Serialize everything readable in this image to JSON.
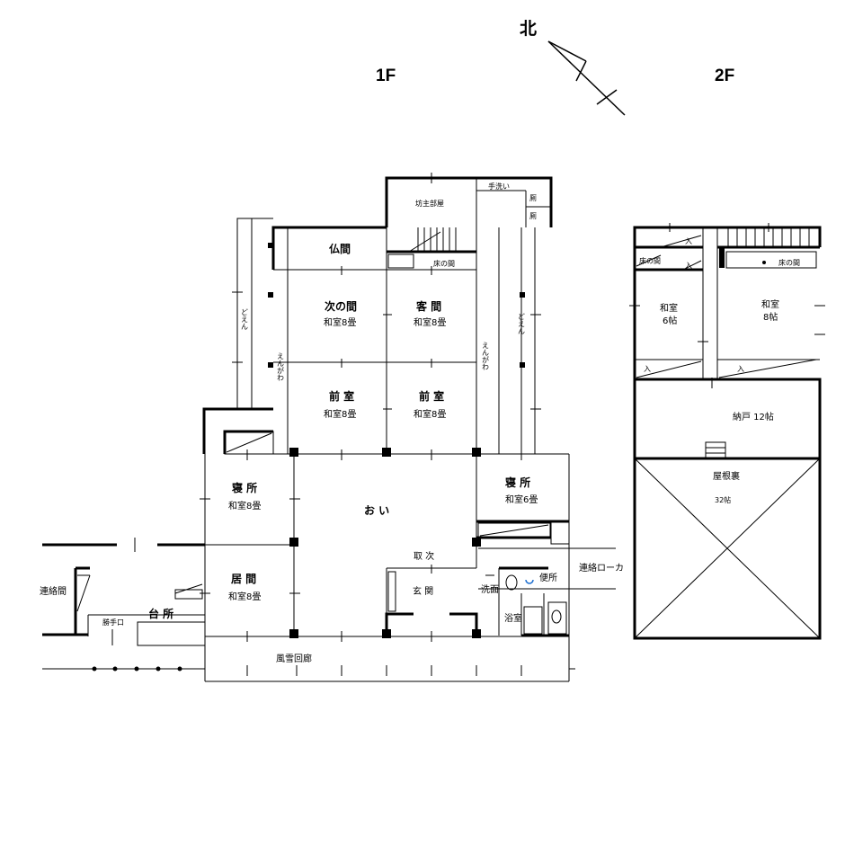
{
  "header": {
    "north": "北",
    "floor1": "1F",
    "floor2": "2F"
  },
  "floor1": {
    "bozu": "坊主部屋",
    "tearai": "手洗い",
    "kawaya1": "厠",
    "kawaya2": "厠",
    "butsuma": "仏間",
    "tokonoma": "床の間",
    "tsuginoma": "次の間",
    "tsuginoma_size": "和室8畳",
    "kyakuma": "客 間",
    "kyakuma_size": "和室8畳",
    "maeshitsu1": "前 室",
    "maeshitsu1_size": "和室8畳",
    "maeshitsu2": "前 室",
    "maeshitsu2_size": "和室8畳",
    "doen_left": "どえん",
    "engawa_left": "えんがわ",
    "engawa_right": "えんがわ",
    "doen_right": "どえん",
    "shinjo1": "寝 所",
    "shinjo1_size": "和室8畳",
    "oi": "お い",
    "shinjo2": "寝 所",
    "shinjo2_size": "和室6畳",
    "toritsugi": "取 次",
    "renraku_roka": "連絡ローカ",
    "renrakuma": "連絡間",
    "ima": "居 間",
    "ima_size": "和室8畳",
    "genkan": "玄 関",
    "senmen": "洗面",
    "benjo": "便所",
    "yokushitsu": "浴室",
    "katteguchi": "勝手口",
    "daidokoro": "台 所",
    "fusetsu": "風雪回廊"
  },
  "floor2": {
    "iri1": "入",
    "iri2": "入",
    "iri3": "入",
    "iri4": "入",
    "tokonoma_a": "床の間",
    "tokonoma_b": "床の間",
    "washitsu6": "和室",
    "washitsu6_size": "6帖",
    "washitsu8": "和室",
    "washitsu8_size": "8帖",
    "nando": "納戸 12帖",
    "yaneura": "屋根裏",
    "yaneura_size": "32帖"
  }
}
